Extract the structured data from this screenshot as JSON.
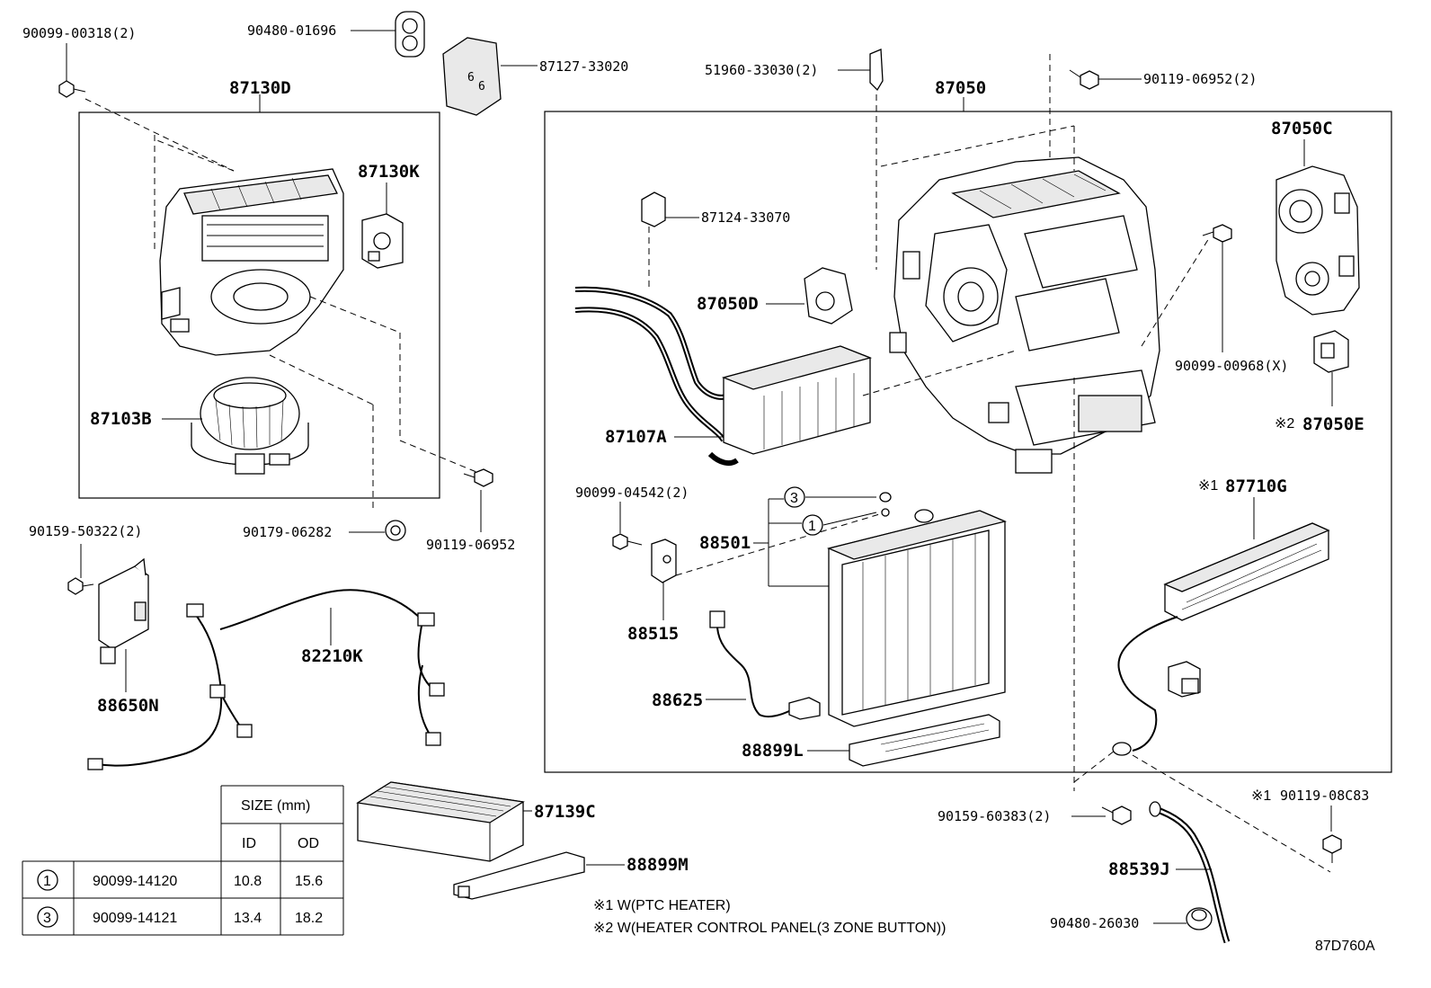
{
  "parts": {
    "p90099_00318": "90099-00318(2)",
    "p90480_01696": "90480-01696",
    "p87127_33020": "87127-33020",
    "p51960_33030": "51960-33030(2)",
    "p90119_06952_2": "90119-06952(2)",
    "p87130D": "87130D",
    "p87130K": "87130K",
    "p87103B": "87103B",
    "p90179_06282": "90179-06282",
    "p90119_06952": "90119-06952",
    "p87050": "87050",
    "p87050C": "87050C",
    "p87124_33070": "87124-33070",
    "p87050D": "87050D",
    "p87107A": "87107A",
    "p90099_00968": "90099-00968(X)",
    "p87050E": "87050E",
    "p87050E_mark": "※2",
    "p90099_04542": "90099-04542(2)",
    "p88501": "88501",
    "p88515": "88515",
    "p87710G": "87710G",
    "p87710G_mark": "※1",
    "p88625": "88625",
    "p88899L": "88899L",
    "p90159_50322": "90159-50322(2)",
    "p82210K": "82210K",
    "p88650N": "88650N",
    "p87139C": "87139C",
    "p88899M": "88899M",
    "p90159_60383": "90159-60383(2)",
    "p90119_08C83": "90119-08C83",
    "p90119_08C83_mark": "※1",
    "p88539J": "88539J",
    "p90480_26030": "90480-26030",
    "callout_3": "3",
    "callout_1": "1"
  },
  "notes": {
    "note1": "※1 W(PTC HEATER)",
    "note2": "※2 W(HEATER CONTROL PANEL(3 ZONE BUTTON))",
    "diagram_code": "87D760A"
  },
  "size_table": {
    "title": "SIZE (mm)",
    "col_id": "ID",
    "col_od": "OD",
    "rows": [
      {
        "ref": "1",
        "part": "90099-14120",
        "id": "10.8",
        "od": "15.6"
      },
      {
        "ref": "3",
        "part": "90099-14121",
        "id": "13.4",
        "od": "18.2"
      }
    ]
  }
}
